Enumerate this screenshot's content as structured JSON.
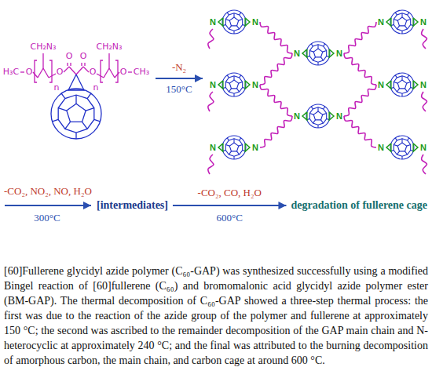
{
  "diagram": {
    "nodes": [
      {
        "text": [
          "[intermediates]"
        ]
      },
      {
        "text": [
          "degradation of fullerene cage"
        ]
      }
    ],
    "edges": [
      {
        "from": 0,
        "to": 1,
        "arrow": "to",
        "label": "-CO₂, CO, H₂O"
      }
    ],
    "labels": [
      "CH₂N₃",
      "CH₂N₃",
      "O",
      "O",
      "H₃C",
      "O",
      "O",
      "O",
      "O",
      "CH₃",
      "n",
      "n",
      "-N₂",
      "150°C",
      "N",
      "N",
      "N",
      "N",
      "N",
      "N",
      "N",
      "N",
      "N",
      "N",
      "N",
      "N",
      "N",
      "N",
      "N",
      "N",
      "-CO₂, NO₂, NO, H₂O",
      "300°C",
      "600°C",
      "[60]Fullerene glycidyl azide polymer (C₆₀-GAP) was synthesized successfully using a modified Bingel reaction of [60]fullerene (C₆₀) and bromomalonic acid glycidyl azide polymer ester (BM-GAP). The thermal decomposition of C₆₀-GAP showed a three-step thermal process: the first was due to the reaction of the azide group of the polymer and fullerene at approximately 150 °C; the second was ascribed to the remainder decomposition of the GAP main chain and N-heterocyclic at approximately 240 °C; and the final was attributed to the burning decomposition of amorphous carbon, the main chain, and carbon cage at around 600 °C."
    ]
  }
}
